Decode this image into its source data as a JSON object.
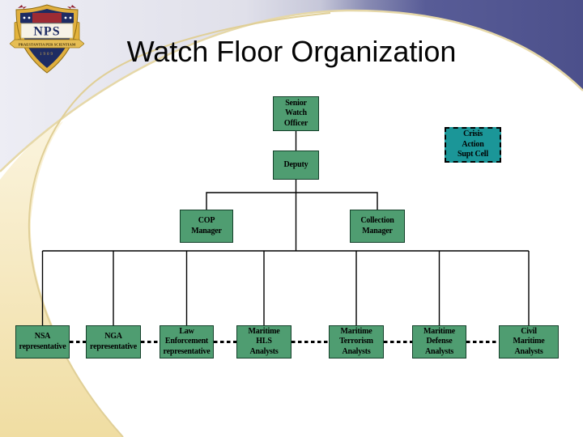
{
  "title": "Watch Floor Organization",
  "logo": {
    "acronym": "NPS",
    "motto": "PRAESTANTIA PER SCIENTIAM",
    "year": "1909"
  },
  "colors": {
    "node_green": "#4F9D71",
    "node_teal": "#1B9698",
    "node_border": "#14402A",
    "connector": "#000000",
    "band_blue": "#4C508B",
    "band_gray": "#E9E9F1",
    "swoosh_gold": "#E0CF97",
    "wedge_cream": "#F2E0A8"
  },
  "org": {
    "nodes": [
      {
        "key": "senior-watch-officer",
        "label": "Senior\nWatch\nOfficer"
      },
      {
        "key": "crisis-action-supt-cell",
        "label": "Crisis\nAction\nSupt Cell"
      },
      {
        "key": "deputy",
        "label": "Deputy"
      },
      {
        "key": "cop-manager",
        "label": "COP\nManager"
      },
      {
        "key": "collection-manager",
        "label": "Collection\nManager"
      },
      {
        "key": "nsa-representative",
        "label": "NSA\nrepresentative"
      },
      {
        "key": "nga-representative",
        "label": "NGA\nrepresentative"
      },
      {
        "key": "law-enforcement-representative",
        "label": "Law\nEnforcement\nrepresentative"
      },
      {
        "key": "maritime-hls-analysts",
        "label": "Maritime\nHLS\nAnalysts"
      },
      {
        "key": "maritime-terrorism-analysts",
        "label": "Maritime\nTerrorism\nAnalysts"
      },
      {
        "key": "maritime-defense-analysts",
        "label": "Maritime\nDefense\nAnalysts"
      },
      {
        "key": "civil-maritime-analysts",
        "label": "Civil\nMaritime\nAnalysts"
      }
    ]
  }
}
